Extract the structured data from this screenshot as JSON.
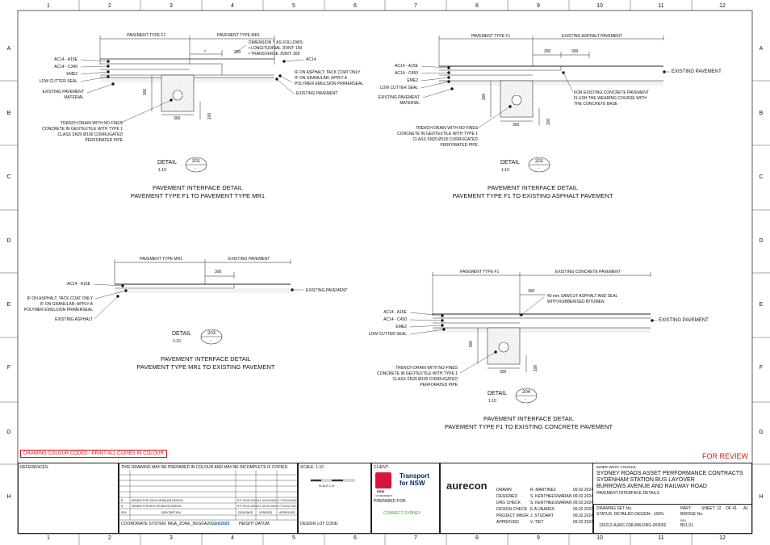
{
  "grid": {
    "cols": [
      "1",
      "2",
      "3",
      "4",
      "5",
      "6",
      "7",
      "8",
      "9",
      "10",
      "11",
      "12"
    ],
    "rows": [
      "A",
      "B",
      "C",
      "D",
      "E",
      "F",
      "G",
      "H"
    ]
  },
  "detail201": {
    "top_label_left": "PAVEMENT TYPE F1",
    "top_label_right": "PAVEMENT TYPE MR1",
    "dim_star": "*",
    "dim_300": "300",
    "dim_vert_300": "300",
    "dim_vert_100": "100",
    "layers": [
      "AC14 - A15E",
      "AC14 - C340",
      "EME2",
      "LOW CUTTER SEAL",
      "EXISTING PAVEMENT",
      "MATERIAL"
    ],
    "right_layer": "AC14",
    "note_dimension": [
      "DIMENSION *: AS FOLLOWS:",
      "• LONGITUDINAL JOINT: 150",
      "• TRANSVERSE JOINT: 300"
    ],
    "note_asphalt": [
      "IF ON ASPHALT; TACK COAT ONLY",
      "IF ON GRANULAR; APPLY A",
      "POLYMER EMULSION PRIMERSEAL"
    ],
    "existing": "EXISTING PAVEMENT",
    "trench": [
      "TRENCH DRAIN WITH NO FINES",
      "CONCRETE IN GEOTEXTILE WITH TYPE 1",
      "CLASS SN20 Ø100 CORRUGATED",
      "PERFORATED PIPE"
    ],
    "detail_word": "DETAIL",
    "detail_no": "201",
    "scale": "1:10",
    "dash": "-",
    "title1": "PAVEMENT INTERFACE DETAIL",
    "title2": "PAVEMENT TYPE F1 TO PAVEMENT TYPE MR1"
  },
  "detail202": {
    "top_label_left": "PAVEMENT TYPE F1",
    "top_label_right": "EXISTING ASPHALT PAVEMENT",
    "dim_300a": "300",
    "dim_300b": "300",
    "dim_vert_300": "300",
    "dim_vert_100": "100",
    "layers": [
      "AC14 - A15E",
      "AC14 - C450",
      "EME2",
      "LOW CUTTER SEAL",
      "EXISTING PAVEMENT",
      "MATERIAL"
    ],
    "existing": "EXISTING PAVEMENT",
    "note_concrete": [
      "FOR EXISTING CONCRETE PAVEMENT",
      "FLUSH THE WEARING COURSE WITH",
      "THE CONCRETE BASE"
    ],
    "trench": [
      "TRENCH DRAIN WITH NO FINES",
      "CONCRETE IN GEOTEXTILE WITH TYPE 1",
      "CLASS SN20 Ø100 CORRUGATED",
      "PERFORATED PIPE"
    ],
    "detail_word": "DETAIL",
    "detail_no": "202",
    "scale": "1:10",
    "dash": "-",
    "title1": "PAVEMENT INTERFACE DETAIL",
    "title2": "PAVEMENT TYPE F1 TO EXISTING ASPHALT PAVEMENT"
  },
  "detail203": {
    "top_label_left": "PAVEMENT TYPE MR1",
    "top_label_right": "EXISTING PAVEMENT",
    "dim_300": "300",
    "layer": "AC14 - A15E",
    "note_asphalt": [
      "IF ON ASPHALT; TACK COAT ONLY",
      "IF ON GRANULAR; APPLY A",
      "POLYMER EMULSION PRIMERSEAL"
    ],
    "existing_asphalt": "EXISTING ASPHALT",
    "existing": "EXISTING PAVEMENT",
    "detail_word": "DETAIL",
    "detail_no": "203",
    "scale": "1:10",
    "dash": "-",
    "title1": "PAVEMENT INTERFACE DETAIL",
    "title2": "PAVEMENT TYPE MR1 TO EXISTING PAVEMENT"
  },
  "detail204": {
    "top_label_left": "PAVEMENT TYPE F1",
    "top_label_right": "EXISTING CONCRETE PAVEMENT",
    "dim_300": "300",
    "dim_vert_300": "300",
    "dim_vert_100": "100",
    "dim_300b": "300",
    "layers": [
      "AC14 - A15E",
      "AC14 - C450",
      "EME2",
      "LOW CUTTER SEAL"
    ],
    "existing": "EXISTING PAVEMENT",
    "note_sawcut": [
      "40 mm SAWCUT ASPHALT AND SEAL",
      "WITH RUBBERISED BITUMEN"
    ],
    "trench": [
      "TRENCH DRAIN WITH NO FINES",
      "CONCRETE IN GEOTEXTILE WITH TYPE 1",
      "CLASS SN20 Ø100 CORRUGATED",
      "PERFORATED PIPE"
    ],
    "detail_word": "DETAIL",
    "detail_no": "204",
    "scale": "1:10",
    "dash": "-",
    "title1": "PAVEMENT INTERFACE DETAIL",
    "title2": "PAVEMENT TYPE F1 TO EXISTING CONCRETE PAVEMENT"
  },
  "banner": {
    "colour_coded": "DRAWING COLOUR CODED - PRINT ALL COPIES IN COLOUR",
    "for_review": "FOR REVIEW"
  },
  "titleblock": {
    "references": "REFERENCES:",
    "colour_note": "THIS DRAWING MAY BE PREPARED IN COLOUR AND MAY BE INCOMPLETE IF COPIED.",
    "scale_label": "SCALE: 1:10",
    "scale_bar": "SCALE 1:10",
    "rev_rows": [
      {
        "rev": "B",
        "desc": "ISSUED FOR 100% DETAILED DESIGN",
        "designer": "R.P 09.04.2024",
        "verified": "A.L 09.04.2024",
        "approved": "V.T 09.04.2024"
      },
      {
        "rev": "A",
        "desc": "ISSUED FOR 80% DETAILED DESIGN",
        "designer": "R.P 09.02.2024",
        "verified": "A.L 09.02.2024",
        "approved": "V.T 09.02.2024"
      }
    ],
    "rev_head": "REV",
    "desc_head": "DESCRIPTION",
    "designer_head": "DESIGNER",
    "verified_head": "VERIFIED",
    "approved_head": "APPROVED",
    "coord": "COORDINATE SYSTEM: MGA_ZONE_56/GDA20",
    "gda": "GDA2020",
    "height": "HEIGHT DATUM:",
    "lot": "DESIGN LOT CODE:",
    "client": "CLIENT:",
    "nsw": "NSW",
    "gov": "GOVERNMENT",
    "transport": "Transport for NSW",
    "prepared_for": "PREPARED FOR:",
    "connect": "CONNECT SYDNEY",
    "aurecon": "aurecon",
    "roles": [
      {
        "role": "DRAWN",
        "name": "R. MARTINEZ",
        "date": "09.02.2024"
      },
      {
        "role": "DESIGNED",
        "name": "S. KENTHEESWARAN",
        "date": "09.02.2024"
      },
      {
        "role": "DRG CHECK",
        "name": "S. KENTHEESWARAN",
        "date": "09.02.2024"
      },
      {
        "role": "DESIGN CHECK",
        "name": "E.A UNARES",
        "date": "09.02.2024"
      },
      {
        "role": "PROJECT MNGR",
        "name": "J. STUDART",
        "date": "09.02.2024"
      },
      {
        "role": "APPROVED",
        "name": "V. TIET",
        "date": "09.02.2024"
      }
    ],
    "council": "INNER WEST COUNCIL",
    "project1": "SYDNEY ROADS ASSET PERFORMANCE CONTRACTS",
    "project2": "SYDENHAM STATION BUS LAYOVER",
    "project3": "BURROWS AVENUE AND RAILWAY ROAD",
    "project4": "PAVEMENT INTERFACE DETAILS",
    "drawing_set": "DRAWING SET No.",
    "part": "PART:",
    "sheet": "SHEET: 12",
    "of": "OF 41",
    "size": "A1",
    "status": "STATUS: DETAILED DESIGN - 100%",
    "bridge": "BRIDGE No.",
    "drg_no": "120212-AURC-038-RW-DRG-003002",
    "rev_label": "REV",
    "rev": "B01.01"
  }
}
